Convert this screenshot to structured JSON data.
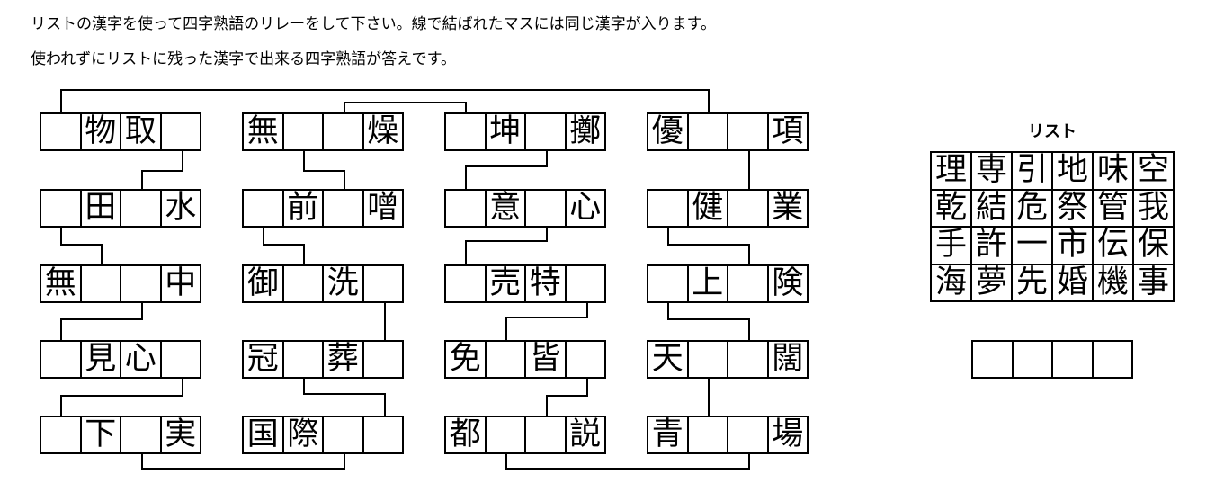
{
  "instructions": {
    "line1": "リストの漢字を使って四字熟語のリレーをして下さい。線で結ばれたマスには同じ漢字が入ります。",
    "line2": "使われずにリストに残った漢字で出来る四字熟語が答えです。"
  },
  "puzzle": {
    "boxes": [
      [
        [
          "",
          "物",
          "取",
          ""
        ],
        [
          "無",
          "",
          "",
          "燥"
        ],
        [
          "",
          "坤",
          "",
          "擲"
        ],
        [
          "優",
          "",
          "",
          "項"
        ]
      ],
      [
        [
          "",
          "田",
          "",
          "水"
        ],
        [
          "",
          "前",
          "",
          "噌"
        ],
        [
          "",
          "意",
          "",
          "心"
        ],
        [
          "",
          "健",
          "",
          "業"
        ]
      ],
      [
        [
          "無",
          "",
          "",
          "中"
        ],
        [
          "御",
          "",
          "洗",
          ""
        ],
        [
          "",
          "売",
          "特",
          ""
        ],
        [
          "",
          "上",
          "",
          "険"
        ]
      ],
      [
        [
          "",
          "見",
          "心",
          ""
        ],
        [
          "冠",
          "",
          "葬",
          ""
        ],
        [
          "免",
          "",
          "皆",
          ""
        ],
        [
          "天",
          "",
          "",
          "闊"
        ]
      ],
      [
        [
          "",
          "下",
          "",
          "実"
        ],
        [
          "国",
          "際",
          "",
          ""
        ],
        [
          "都",
          "",
          "",
          "説"
        ],
        [
          "青",
          "",
          "",
          "場"
        ]
      ]
    ],
    "links": [
      {
        "from": [
          1,
          1,
          1
        ],
        "to": [
          1,
          4,
          2
        ],
        "type": "top",
        "jog": 100
      },
      {
        "from": [
          1,
          2,
          3
        ],
        "to": [
          1,
          3,
          1
        ],
        "type": "top",
        "jog": 114
      },
      {
        "from": [
          1,
          1,
          4
        ],
        "to": [
          2,
          1,
          3
        ],
        "type": "down",
        "jog": 190
      },
      {
        "from": [
          1,
          2,
          2
        ],
        "to": [
          2,
          2,
          3
        ],
        "type": "down",
        "jog": 190
      },
      {
        "from": [
          1,
          3,
          3
        ],
        "to": [
          2,
          3,
          1
        ],
        "type": "down",
        "jog": 185
      },
      {
        "from": [
          1,
          4,
          3
        ],
        "to": [
          2,
          4,
          3
        ],
        "type": "down",
        "jog": 190
      },
      {
        "from": [
          2,
          1,
          1
        ],
        "to": [
          3,
          1,
          2
        ],
        "type": "down",
        "jog": 272
      },
      {
        "from": [
          2,
          2,
          1
        ],
        "to": [
          3,
          2,
          2
        ],
        "type": "down",
        "jog": 272
      },
      {
        "from": [
          2,
          3,
          3
        ],
        "to": [
          3,
          3,
          1
        ],
        "type": "down",
        "jog": 268
      },
      {
        "from": [
          2,
          4,
          1
        ],
        "to": [
          3,
          4,
          3
        ],
        "type": "down",
        "jog": 272
      },
      {
        "from": [
          3,
          1,
          3
        ],
        "to": [
          4,
          1,
          1
        ],
        "type": "down",
        "jog": 355
      },
      {
        "from": [
          3,
          2,
          4
        ],
        "to": [
          4,
          2,
          4
        ],
        "type": "down",
        "jog": 355
      },
      {
        "from": [
          3,
          3,
          4
        ],
        "to": [
          4,
          3,
          2
        ],
        "type": "down",
        "jog": 353
      },
      {
        "from": [
          3,
          4,
          1
        ],
        "to": [
          4,
          4,
          3
        ],
        "type": "down",
        "jog": 355
      },
      {
        "from": [
          4,
          1,
          4
        ],
        "to": [
          5,
          1,
          1
        ],
        "type": "down",
        "jog": 440
      },
      {
        "from": [
          4,
          2,
          2
        ],
        "to": [
          5,
          2,
          4
        ],
        "type": "down",
        "jog": 438
      },
      {
        "from": [
          4,
          3,
          4
        ],
        "to": [
          5,
          3,
          3
        ],
        "type": "down",
        "jog": 440
      },
      {
        "from": [
          4,
          4,
          2
        ],
        "to": [
          5,
          4,
          2
        ],
        "type": "down",
        "jog": 440
      },
      {
        "from": [
          5,
          1,
          3
        ],
        "to": [
          5,
          2,
          3
        ],
        "type": "bottom",
        "jog": 521
      },
      {
        "from": [
          5,
          3,
          2
        ],
        "to": [
          5,
          4,
          3
        ],
        "type": "bottom",
        "jog": 521
      }
    ]
  },
  "list": {
    "title": "リスト",
    "grid": [
      [
        "理",
        "専",
        "引",
        "地",
        "味",
        "空"
      ],
      [
        "乾",
        "結",
        "危",
        "祭",
        "管",
        "我"
      ],
      [
        "手",
        "許",
        "一",
        "市",
        "伝",
        "保"
      ],
      [
        "海",
        "夢",
        "先",
        "婚",
        "機",
        "事"
      ]
    ]
  },
  "answer": {
    "cells": [
      "",
      "",
      "",
      ""
    ]
  }
}
